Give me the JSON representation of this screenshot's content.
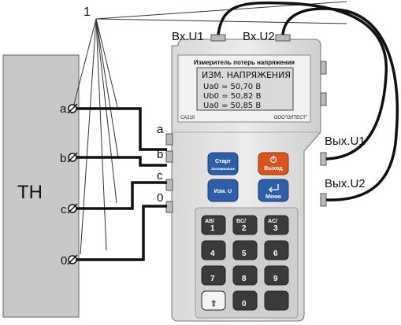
{
  "callout": "1",
  "transformer": {
    "label": "ТН",
    "terminals": [
      "a",
      "b",
      "c",
      "0"
    ]
  },
  "inputs": {
    "u1": "Вх.U1",
    "u2": "Вх.U2"
  },
  "outputs": {
    "u1": "Вых.U1",
    "u2": "Вых.U2"
  },
  "device": {
    "side_terminals": [
      "a",
      "b",
      "c",
      "0"
    ],
    "display": {
      "title": "Измеритель потерь напряжения",
      "heading": "ИЗМ. НАПРЯЖЕНИЯ",
      "lines": [
        "Ua0 = 50,70 В",
        "Ub0 = 50,82 В",
        "Ua0 = 50,85 В"
      ],
      "model": "СА210",
      "maker": "ООО\"ОЛТЕСТ\""
    },
    "buttons": {
      "start": "Старт",
      "start_sub": "Запоминание",
      "exit": "Выход",
      "measure": "Изм. U",
      "menu": "Меню"
    },
    "keypad": [
      {
        "main": "1",
        "top": "AB/"
      },
      {
        "main": "2",
        "top": "BC/"
      },
      {
        "main": "3",
        "top": "AC/"
      },
      {
        "main": "4",
        "top": ""
      },
      {
        "main": "5",
        "top": ""
      },
      {
        "main": "6",
        "top": ""
      },
      {
        "main": "7",
        "top": ""
      },
      {
        "main": "8",
        "top": ""
      },
      {
        "main": "9",
        "top": ""
      },
      {
        "main": "⇧",
        "top": ""
      },
      {
        "main": "0",
        "top": ""
      },
      {
        "main": "",
        "top": ""
      }
    ]
  }
}
